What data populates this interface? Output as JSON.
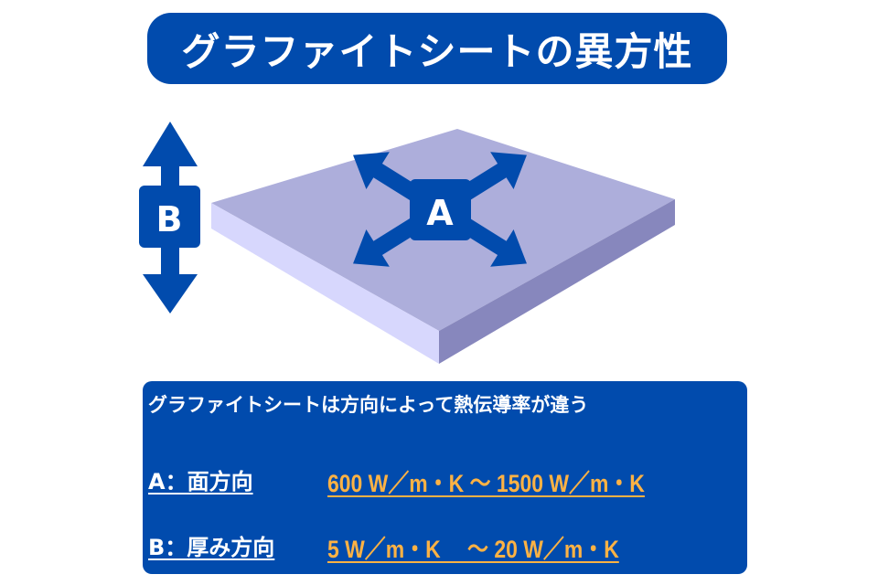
{
  "title": "グラファイトシートの異方性",
  "diagram": {
    "label_a": "A",
    "label_b": "B",
    "colors": {
      "accent": "#014bad",
      "sheet_top": "#adaedb",
      "sheet_front": "#d7d7fd",
      "sheet_side": "#8787bd"
    }
  },
  "info": {
    "heading": "グラファイトシートは方向によって熱伝導率が違う",
    "rows": [
      {
        "label": "A：面方向",
        "value": "600 W／m・K ～ 1500 W／m・K"
      },
      {
        "label": "B：厚み方向",
        "value": "5 W／m・K　 ～ 20 W／m・K"
      }
    ]
  }
}
